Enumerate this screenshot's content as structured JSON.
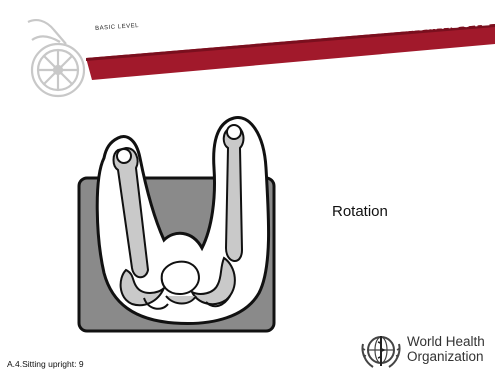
{
  "slide": {
    "level": "BASIC LEVEL",
    "title": "PELVIS MOVES IN DIFFERENT WAYS – VIEW FROM ABOVE",
    "illustration_label": "Rotation",
    "footer": "A.4.Sitting upright: 9"
  },
  "logo": {
    "who_line1": "World Health",
    "who_line2": "Organization",
    "icon": "who-emblem-icon"
  },
  "colors": {
    "banner_red": "#a1192b",
    "seat_grey": "#8a8a8a",
    "bone_grey": "#c9c9c9",
    "logo_grey": "#c8c8c8"
  }
}
